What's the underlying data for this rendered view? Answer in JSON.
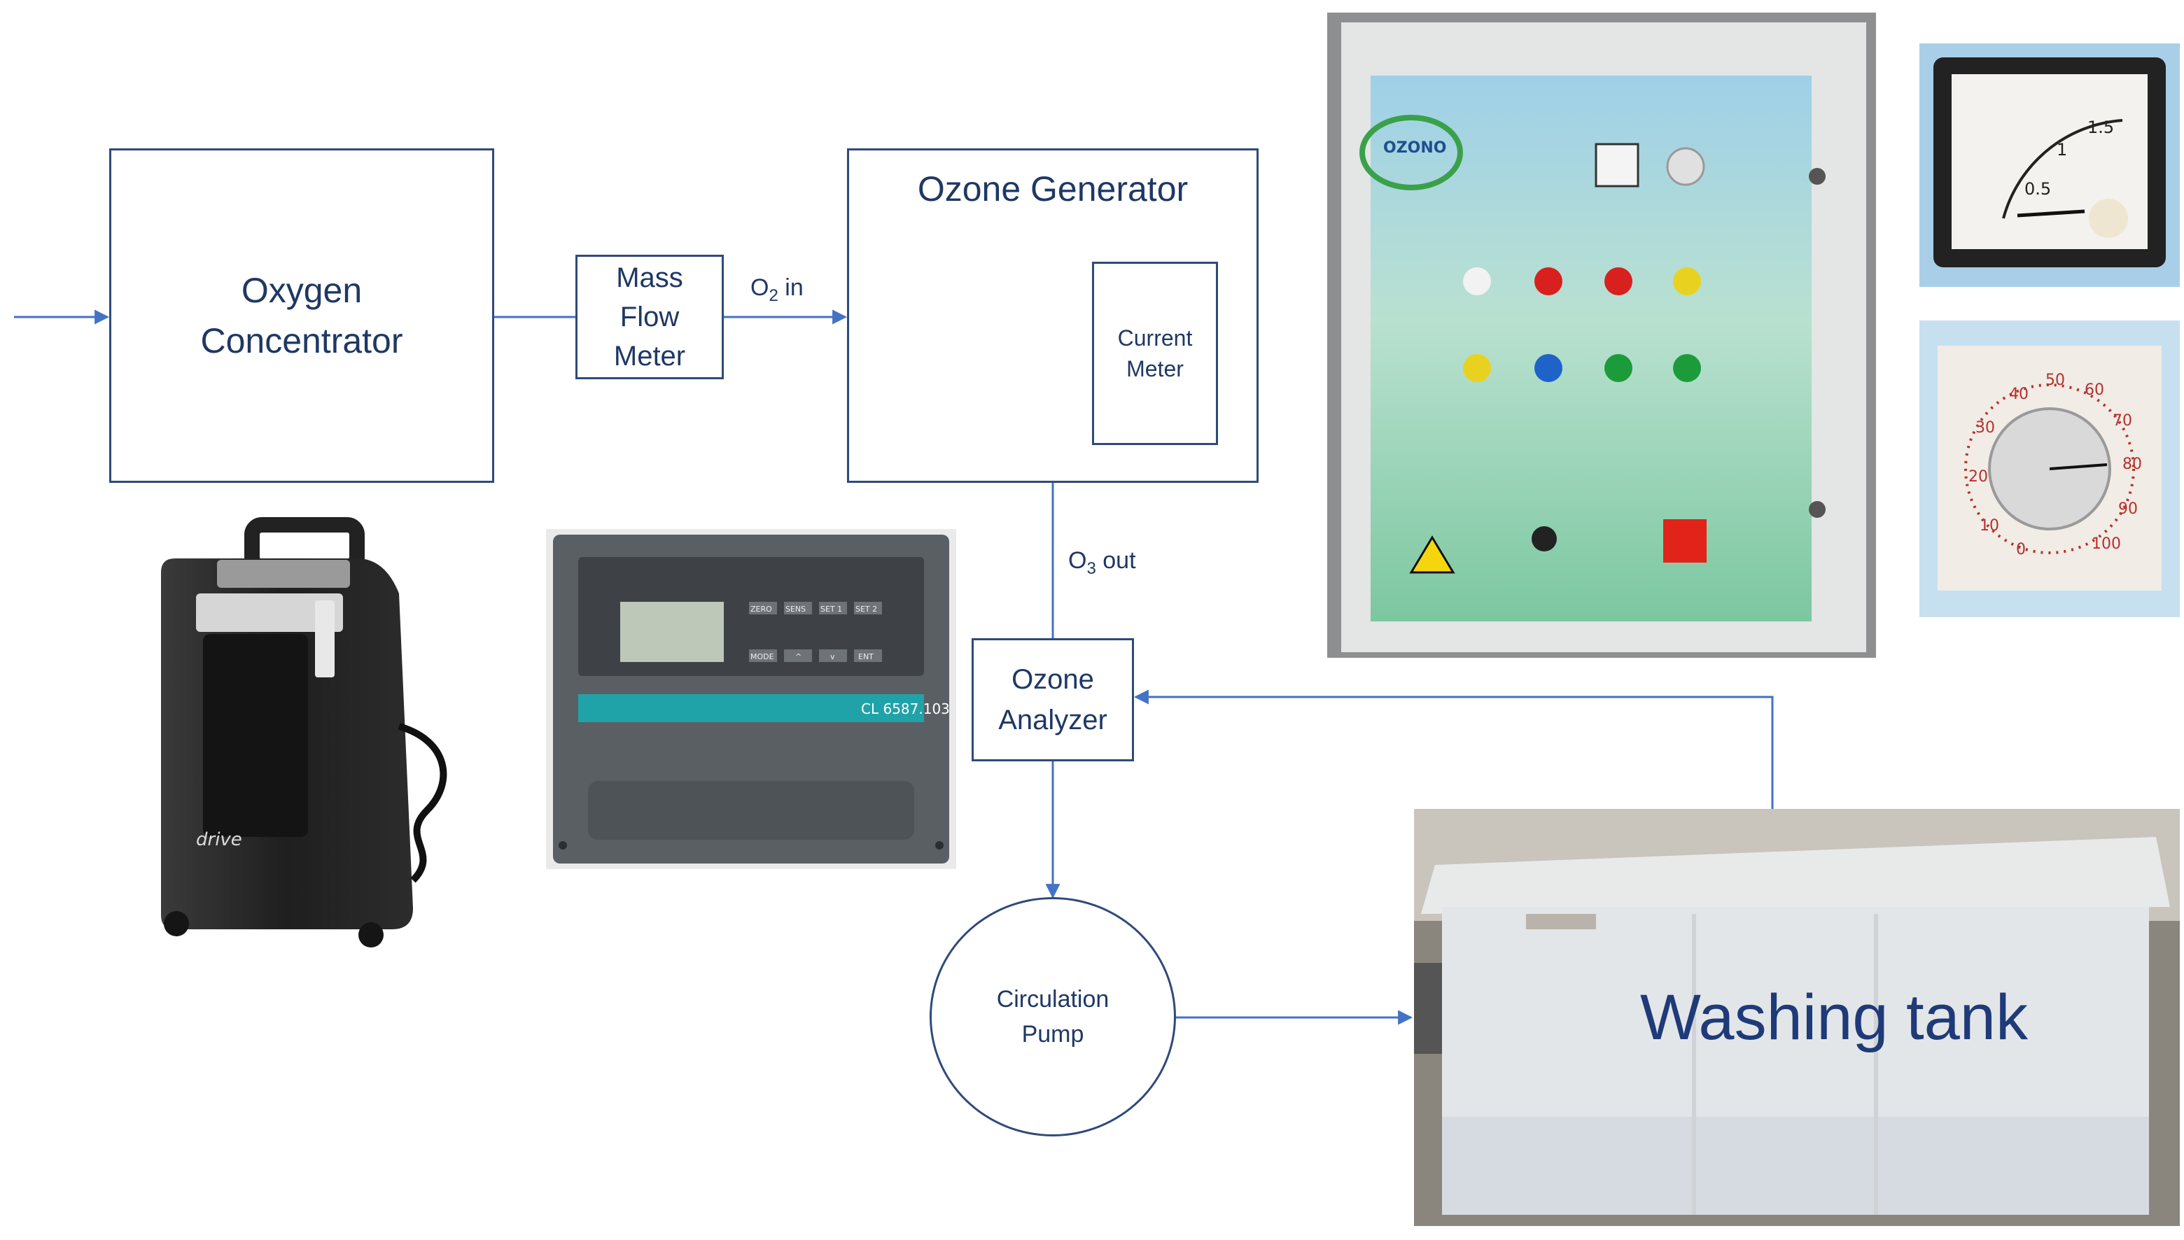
{
  "diagram": {
    "nodes": {
      "oxygen_concentrator": "Oxygen\nConcentrator",
      "mass_flow_meter": "Mass\nFlow\nMeter",
      "ozone_generator": "Ozone Generator",
      "current_meter": "Current\nMeter",
      "ozone_analyzer": "Ozone\nAnalyzer",
      "circulation_pump": "Circulation\nPump",
      "washing_tank": "Washing tank"
    },
    "flow_labels": {
      "o2_in": {
        "sym": "O",
        "sub": "2",
        "text": " in"
      },
      "o3_out": {
        "sym": "O",
        "sub": "3",
        "text": " out"
      }
    },
    "photo_text": {
      "concentrator_brand": "drive",
      "analyzer_model": "CL 6587.103",
      "analyzer_keys": [
        "ZERO",
        "SENS",
        "SET 1",
        "SET 2",
        "MODE",
        "^",
        "v",
        "ENT"
      ],
      "panel_logo": "OZONO",
      "ammeter_scale": [
        "0.5",
        "1",
        "1.5"
      ],
      "dial_scale": [
        "0",
        "10",
        "20",
        "30",
        "40",
        "50",
        "60",
        "70",
        "80",
        "90",
        "100"
      ]
    },
    "colors": {
      "line": "#4472c4",
      "box_border": "#2f4a7a",
      "text": "#1f3864",
      "analyzer_accent": "#1fa3a8",
      "panel_green": "#7cc7a0"
    }
  }
}
